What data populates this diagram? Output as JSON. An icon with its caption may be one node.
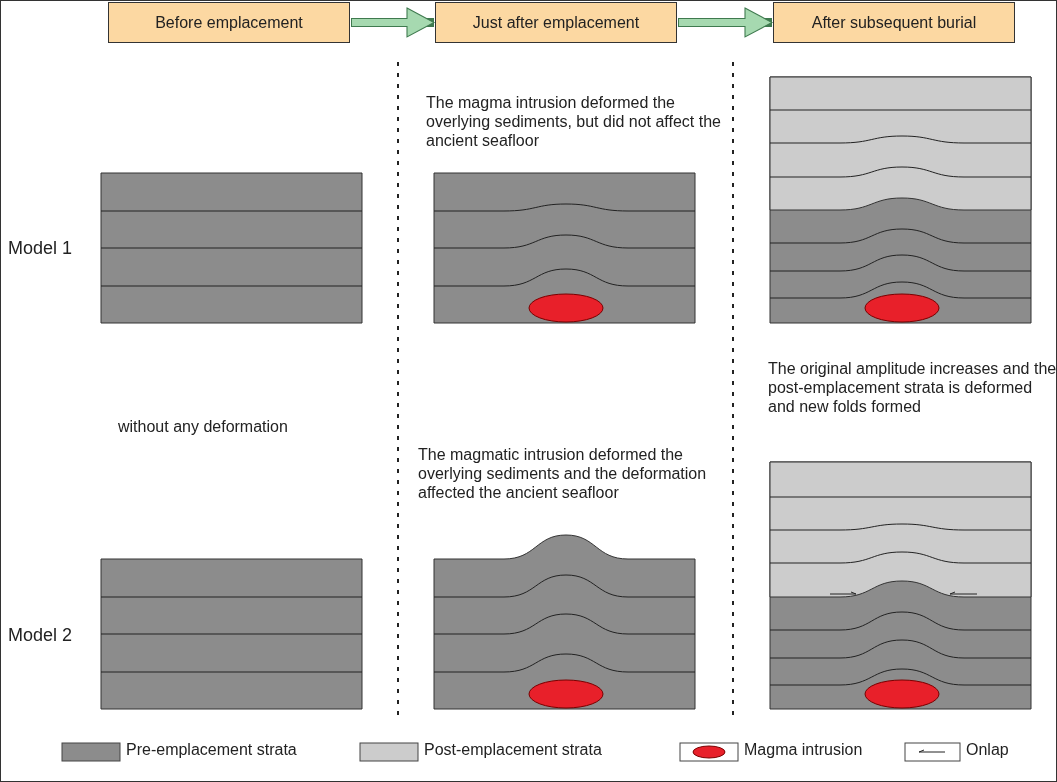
{
  "diagram": {
    "nodes": [
      {
        "text": [
          "Before emplacement"
        ]
      },
      {
        "text": [
          "Just after emplacement"
        ]
      },
      {
        "text": [
          "After subsequent burial"
        ]
      }
    ],
    "edges": [
      {
        "from": 0,
        "to": 1,
        "arrow": "to"
      },
      {
        "from": 1,
        "to": 2,
        "arrow": "to"
      }
    ],
    "labels": [
      "The magma intrusion deformed the overlying sediments, but did not affect the ancient seafloor",
      "Model 1",
      "The original amplitude increases and the post-emplacement strata is deformed and new folds formed",
      "without any deformation",
      "The magmatic intrusion deformed the overlying sediments and the deformation affected the ancient seafloor",
      "Model 2"
    ],
    "legend": [
      {
        "text": "Pre-emplacement strata",
        "color": "#8c8c8c"
      },
      {
        "text": "Post-emplacement strata",
        "color": "#cccccc"
      },
      {
        "text": "Magma intrusion"
      },
      {
        "text": "Onlap"
      }
    ]
  }
}
